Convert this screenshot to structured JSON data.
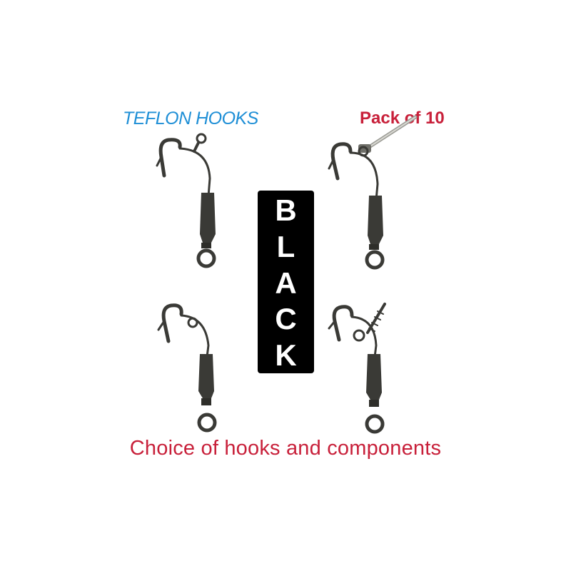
{
  "image": {
    "description_labels": {
      "teflon_label": "TEFLON HOOKS",
      "pack_label": "Pack of 10",
      "footer_label": "Choice of hooks and components",
      "vertical_word_letters": [
        "B",
        "L",
        "A",
        "C",
        "K"
      ]
    },
    "colors": {
      "teflon_blue": "#1f8fd6",
      "accent_red": "#c8203a",
      "hook_dark": "#3a3a36",
      "bar_black": "#000000"
    },
    "icons": [
      "hook-rig-icon",
      "hook-rig-icon",
      "hook-rig-icon",
      "hook-rig-icon",
      "hook-hanger-icon"
    ]
  }
}
